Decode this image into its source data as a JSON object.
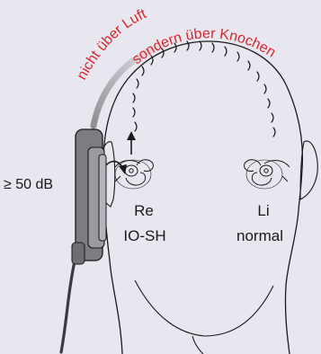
{
  "labels": {
    "air_label": "nicht über Luft",
    "bone_label": "sondern über Knochen",
    "level_label": "≥ 50 dB",
    "right_side": "Re",
    "right_condition": "IO-SH",
    "left_side": "Li",
    "left_condition": "normal"
  },
  "colors": {
    "background": "#e8e6ee",
    "accent_red": "#d8262c",
    "line": "#1a1a1a",
    "headphone_gray": "#8d8d93"
  }
}
